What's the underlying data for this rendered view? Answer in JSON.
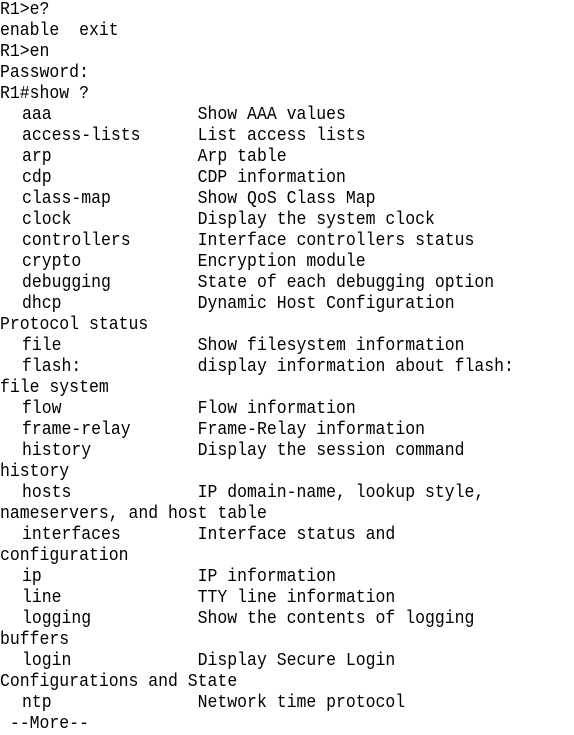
{
  "terminal": {
    "lines_before": [
      "R1>e?",
      "enable  exit",
      "R1>en",
      "Password:",
      "R1#show ?"
    ],
    "entries": [
      {
        "key": "aaa",
        "desc": "Show AAA values",
        "wrap": ""
      },
      {
        "key": "access-lists",
        "desc": "List access lists",
        "wrap": ""
      },
      {
        "key": "arp",
        "desc": "Arp table",
        "wrap": ""
      },
      {
        "key": "cdp",
        "desc": "CDP information",
        "wrap": ""
      },
      {
        "key": "class-map",
        "desc": "Show QoS Class Map",
        "wrap": ""
      },
      {
        "key": "clock",
        "desc": "Display the system clock",
        "wrap": ""
      },
      {
        "key": "controllers",
        "desc": "Interface controllers status",
        "wrap": ""
      },
      {
        "key": "crypto",
        "desc": "Encryption module",
        "wrap": ""
      },
      {
        "key": "debugging",
        "desc": "State of each debugging option",
        "wrap": ""
      },
      {
        "key": "dhcp",
        "desc": "Dynamic Host Configuration",
        "wrap": "Protocol status"
      },
      {
        "key": "file",
        "desc": "Show filesystem information",
        "wrap": ""
      },
      {
        "key": "flash:",
        "desc": "display information about flash:",
        "wrap": "file system"
      },
      {
        "key": "flow",
        "desc": "Flow information",
        "wrap": ""
      },
      {
        "key": "frame-relay",
        "desc": "Frame-Relay information",
        "wrap": ""
      },
      {
        "key": "history",
        "desc": "Display the session command",
        "wrap": "history"
      },
      {
        "key": "hosts",
        "desc": "IP domain-name, lookup style,",
        "wrap": "nameservers, and host table"
      },
      {
        "key": "interfaces",
        "desc": "Interface status and",
        "wrap": "configuration"
      },
      {
        "key": "ip",
        "desc": "IP information",
        "wrap": ""
      },
      {
        "key": "line",
        "desc": "TTY line information",
        "wrap": ""
      },
      {
        "key": "logging",
        "desc": "Show the contents of logging",
        "wrap": "buffers"
      },
      {
        "key": "login",
        "desc": "Display Secure Login",
        "wrap": "Configurations and State"
      },
      {
        "key": "ntp",
        "desc": "Network time protocol",
        "wrap": ""
      }
    ],
    "more_prompt": " --More--"
  }
}
